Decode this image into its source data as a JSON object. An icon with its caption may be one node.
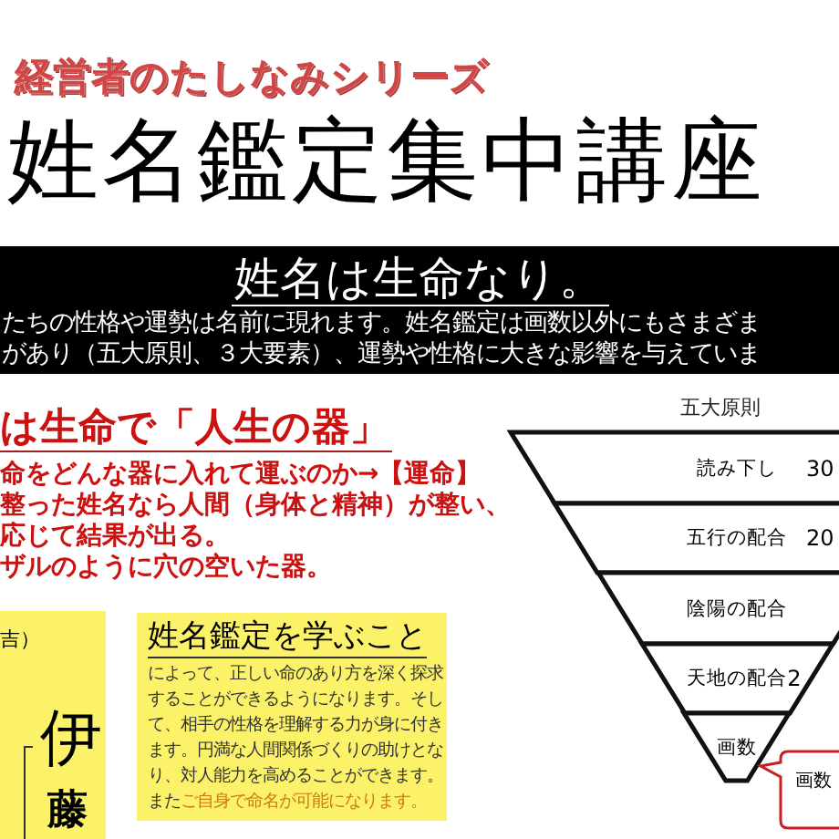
{
  "diagram": {
    "title": "姓名鑑定集中講座",
    "nodes": [
      {
        "text": [
          "姓名は生命なり。",
          "たちの性格や運勢は名前に現れます。姓名鑑定は画数以外にもさまざま",
          "があり（五大原則、３大要素）、運勢や性格に大きな影響を与えていま"
        ]
      },
      {
        "text": [
          "吉）",
          "伊",
          "藤"
        ]
      },
      {
        "text": [
          "姓名鑑定を学ぶこと",
          "によって、正しい命のあり方を深く探求することができるようになります。そして、相手の性格を理解する力が身に付きます。円満な人間関係づくりの助けとなり、対人能力を高めることができます。また**ご自身で命名が可能になります。**"
        ]
      },
      {
        "text": [
          "読み下し",
          "30"
        ]
      },
      {
        "text": [
          "五行の配合",
          "20"
        ]
      },
      {
        "text": [
          "陰陽の配合"
        ]
      },
      {
        "text": [
          "天地の配合",
          "2"
        ]
      },
      {
        "text": [
          "画数"
        ]
      },
      {
        "text": [
          "画数"
        ]
      }
    ],
    "labels": [
      "経営者のたしなみシリーズ",
      "は生命で「人生の器」",
      "命をどんな器に入れて運ぶのか→【運命】",
      "整った姓名なら人間（身体と精神）が整い、",
      "応じて結果が出る。",
      "ザルのように穴の空いた器。",
      "五大原則"
    ]
  }
}
